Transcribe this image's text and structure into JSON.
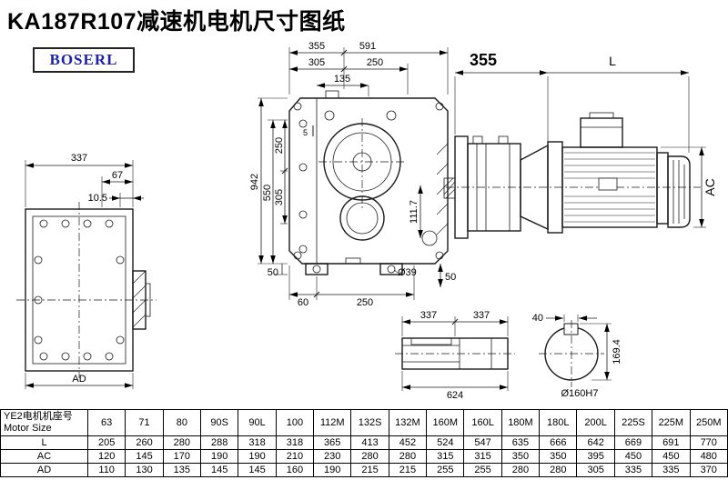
{
  "title": "KA187R107减速机电机尺寸图纸",
  "logo": "BOSERL",
  "colors": {
    "line": "#1a1a1a",
    "logo_blue": "#1e22aa",
    "background": "#ffffff"
  },
  "dims": {
    "top_355": "355",
    "top_591": "591",
    "top_305": "305",
    "top_250": "250",
    "top_135": "135",
    "left_5": "5",
    "left_250": "250",
    "left_305": "305",
    "left_550": "550",
    "left_942": "942",
    "right_111_7": "111.7",
    "bottom_50_left": "50",
    "bottom_60": "60",
    "bottom_250": "250",
    "bottom_phi39": "Ø39",
    "bottom_50_right": "50",
    "side_355": "355",
    "side_L": "L",
    "side_AC": "AC",
    "flange_337": "337",
    "flange_67": "67",
    "flange_10_5": "10.5",
    "flange_AD": "AD",
    "shaft_337_left": "337",
    "shaft_337_right": "337",
    "shaft_40": "40",
    "shaft_624": "624",
    "bore_169_4": "169.4",
    "bore_phi160": "Ø160H7"
  },
  "table": {
    "header_cn": "YE2电机机座号",
    "header_en": "Motor Size",
    "columns": [
      "63",
      "71",
      "80",
      "90S",
      "90L",
      "100",
      "112M",
      "132S",
      "132M",
      "160M",
      "160L",
      "180M",
      "180L",
      "200L",
      "225S",
      "225M",
      "250M"
    ],
    "rows": [
      {
        "label": "L",
        "values": [
          "205",
          "260",
          "280",
          "288",
          "318",
          "318",
          "365",
          "413",
          "452",
          "524",
          "547",
          "635",
          "666",
          "642",
          "669",
          "691",
          "770"
        ]
      },
      {
        "label": "AC",
        "values": [
          "120",
          "145",
          "170",
          "190",
          "190",
          "210",
          "230",
          "280",
          "280",
          "315",
          "315",
          "350",
          "350",
          "395",
          "450",
          "450",
          "480"
        ]
      },
      {
        "label": "AD",
        "values": [
          "110",
          "130",
          "135",
          "145",
          "145",
          "160",
          "190",
          "215",
          "215",
          "255",
          "255",
          "280",
          "280",
          "305",
          "335",
          "335",
          "370"
        ]
      }
    ]
  }
}
